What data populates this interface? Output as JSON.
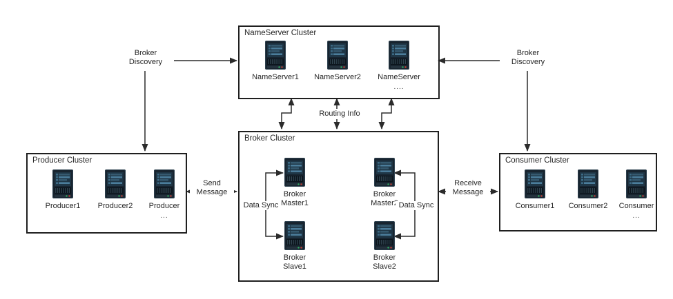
{
  "clusters": {
    "nameserver": {
      "title": "NameServer Cluster",
      "nodes": [
        {
          "label": "NameServer1"
        },
        {
          "label": "NameServer2"
        },
        {
          "label": "NameServer",
          "more": "...."
        }
      ]
    },
    "broker": {
      "title": "Broker Cluster",
      "nodes": [
        {
          "label": "Broker\nMaster1"
        },
        {
          "label": "Broker\nMaster2"
        },
        {
          "label": "Broker\nSlave1"
        },
        {
          "label": "Broker\nSlave2"
        }
      ]
    },
    "producer": {
      "title": "Producer Cluster",
      "nodes": [
        {
          "label": "Producer1"
        },
        {
          "label": "Producer2"
        },
        {
          "label": "Producer",
          "more": "..."
        }
      ]
    },
    "consumer": {
      "title": "Consumer Cluster",
      "nodes": [
        {
          "label": "Consumer1"
        },
        {
          "label": "Consumer2"
        },
        {
          "label": "Consumer",
          "more": "..."
        }
      ]
    }
  },
  "edges": {
    "broker_discovery_left": "Broker\nDiscovery",
    "broker_discovery_right": "Broker\nDiscovery",
    "routing_info": "Routing Info",
    "send_message": "Send\nMessage",
    "receive_message": "Receive\nMessage",
    "data_sync_left": "Data Sync",
    "data_sync_right": "Data Sync"
  },
  "colors": {
    "line": "#2b2b2b",
    "box_border": "#1f1f1f",
    "server_body": "#18242f",
    "server_screen": "#1f3646",
    "led_green": "#2fae5f",
    "led_red": "#c43b31"
  }
}
